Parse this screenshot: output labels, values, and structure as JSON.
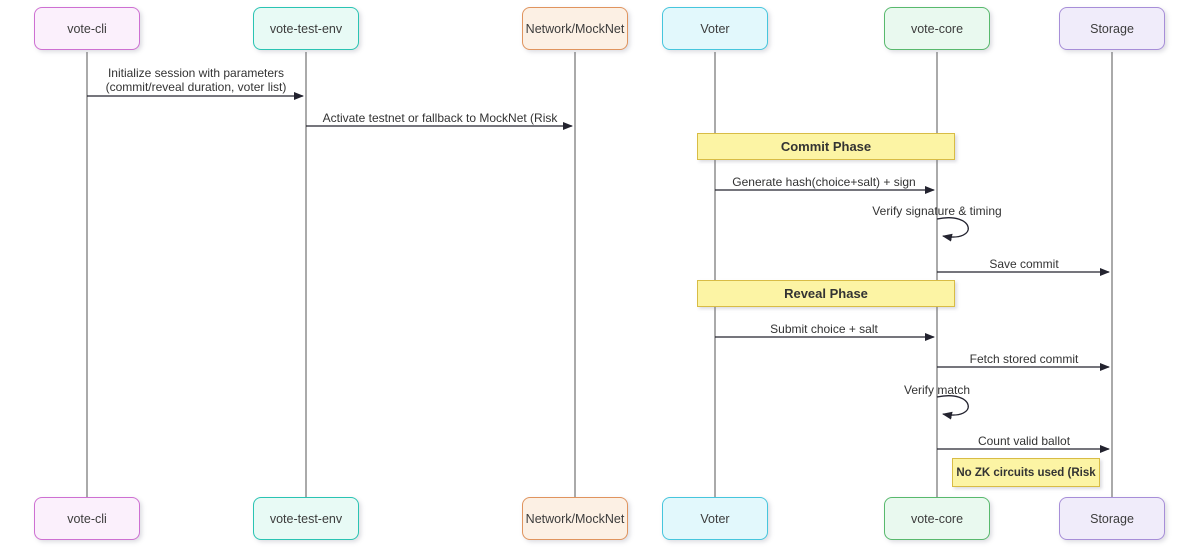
{
  "diagram": {
    "type": "sequence-diagram",
    "background_color": "#FFFFFF",
    "lifeline_color": "#555555",
    "arrow_color": "#23232F",
    "text_color": "#333333",
    "actors": [
      {
        "name": "vote-cli",
        "border_color": "#CE70D2",
        "fill_color": "#FBF0FC"
      },
      {
        "name": "vote-test-env",
        "border_color": "#2AC4B3",
        "fill_color": "#E8FAF5"
      },
      {
        "name": "Network/MockNet",
        "border_color": "#E0945E",
        "fill_color": "#FCF0E4"
      },
      {
        "name": "Voter",
        "border_color": "#46C6DD",
        "fill_color": "#E2F8FC"
      },
      {
        "name": "vote-core",
        "border_color": "#58B96D",
        "fill_color": "#E9F9EF"
      },
      {
        "name": "Storage",
        "border_color": "#A78ED8",
        "fill_color": "#F0ECFA"
      }
    ],
    "messages": [
      {
        "from": "vote-cli",
        "to": "vote-test-env",
        "self": false,
        "lines": [
          "Initialize session with parameters",
          "(commit/reveal duration, voter list)"
        ]
      },
      {
        "from": "vote-test-env",
        "to": "Network/MockNet",
        "self": false,
        "lines": [
          "Activate testnet or fallback to MockNet (Risk"
        ]
      },
      {
        "from": "Voter",
        "to": "vote-core",
        "self": false,
        "lines": [
          "Generate hash(choice+salt) + sign"
        ]
      },
      {
        "from": "vote-core",
        "to": "vote-core",
        "self": true,
        "lines": [
          "Verify signature & timing"
        ]
      },
      {
        "from": "vote-core",
        "to": "Storage",
        "self": false,
        "lines": [
          "Save commit"
        ]
      },
      {
        "from": "Voter",
        "to": "vote-core",
        "self": false,
        "lines": [
          "Submit choice + salt"
        ]
      },
      {
        "from": "vote-core",
        "to": "Storage",
        "self": false,
        "lines": [
          "Fetch stored commit"
        ]
      },
      {
        "from": "vote-core",
        "to": "vote-core",
        "self": true,
        "lines": [
          "Verify match"
        ]
      },
      {
        "from": "vote-core",
        "to": "Storage",
        "self": false,
        "lines": [
          "Count valid ballot"
        ]
      }
    ],
    "banners": [
      {
        "text": "Commit Phase",
        "fill_color": "#FCF4A4",
        "border_color": "#D8BC45"
      },
      {
        "text": "Reveal Phase",
        "fill_color": "#FCF4A4",
        "border_color": "#D8BC45"
      }
    ],
    "note": {
      "text": "No ZK circuits used (Risk",
      "fill_color": "#FCF4A4",
      "border_color": "#D8BC45"
    }
  }
}
